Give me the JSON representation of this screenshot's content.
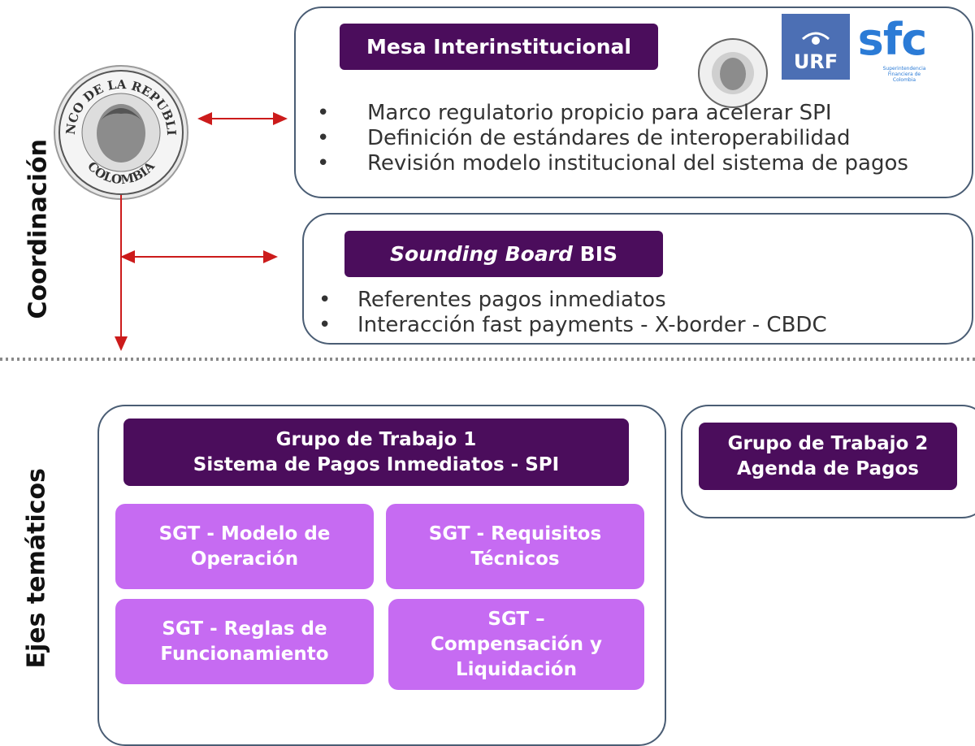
{
  "side_labels": {
    "coordination": "Coordinación",
    "thematic": "Ejes temáticos"
  },
  "seal": {
    "top_text": "BANCO DE LA REPUBLICA",
    "bottom_text": "COLOMBIA"
  },
  "mesa": {
    "title": "Mesa Interinstitucional",
    "logos": {
      "urf": "URF",
      "sfc": "sfc",
      "sfc_sub": "Superintendencia Financiera de Colombia"
    },
    "bullets": [
      "Marco regulatorio propicio para acelerar SPI",
      "Definición de estándares de interoperabilidad",
      "Revisión modelo institucional del sistema de pagos"
    ]
  },
  "sounding": {
    "title_italic": "Sounding Board",
    "title_rest": " BIS",
    "bullets": [
      "Referentes pagos inmediatos",
      "Interacción fast payments - X-border - CBDC"
    ]
  },
  "bullet_char": "•",
  "gt1": {
    "line1": "Grupo de Trabajo 1",
    "line2": "Sistema de Pagos Inmediatos - SPI"
  },
  "gt2": {
    "line1": "Grupo de Trabajo 2",
    "line2": "Agenda de Pagos"
  },
  "subgroups": [
    {
      "lines": [
        "SGT - Modelo de",
        "Operación"
      ]
    },
    {
      "lines": [
        "SGT - Requisitos",
        "Técnicos"
      ]
    },
    {
      "lines": [
        "SGT - Reglas de",
        "Funcionamiento"
      ]
    },
    {
      "lines": [
        "SGT –",
        "Compensación y",
        "Liquidación"
      ]
    }
  ],
  "colors": {
    "title_bg": "#4b0d5c",
    "subgroup_bg": "#c66bf2",
    "panel_border": "#4a5d74",
    "arrow": "#cc1b1b",
    "divider": "#8a8a8a"
  }
}
